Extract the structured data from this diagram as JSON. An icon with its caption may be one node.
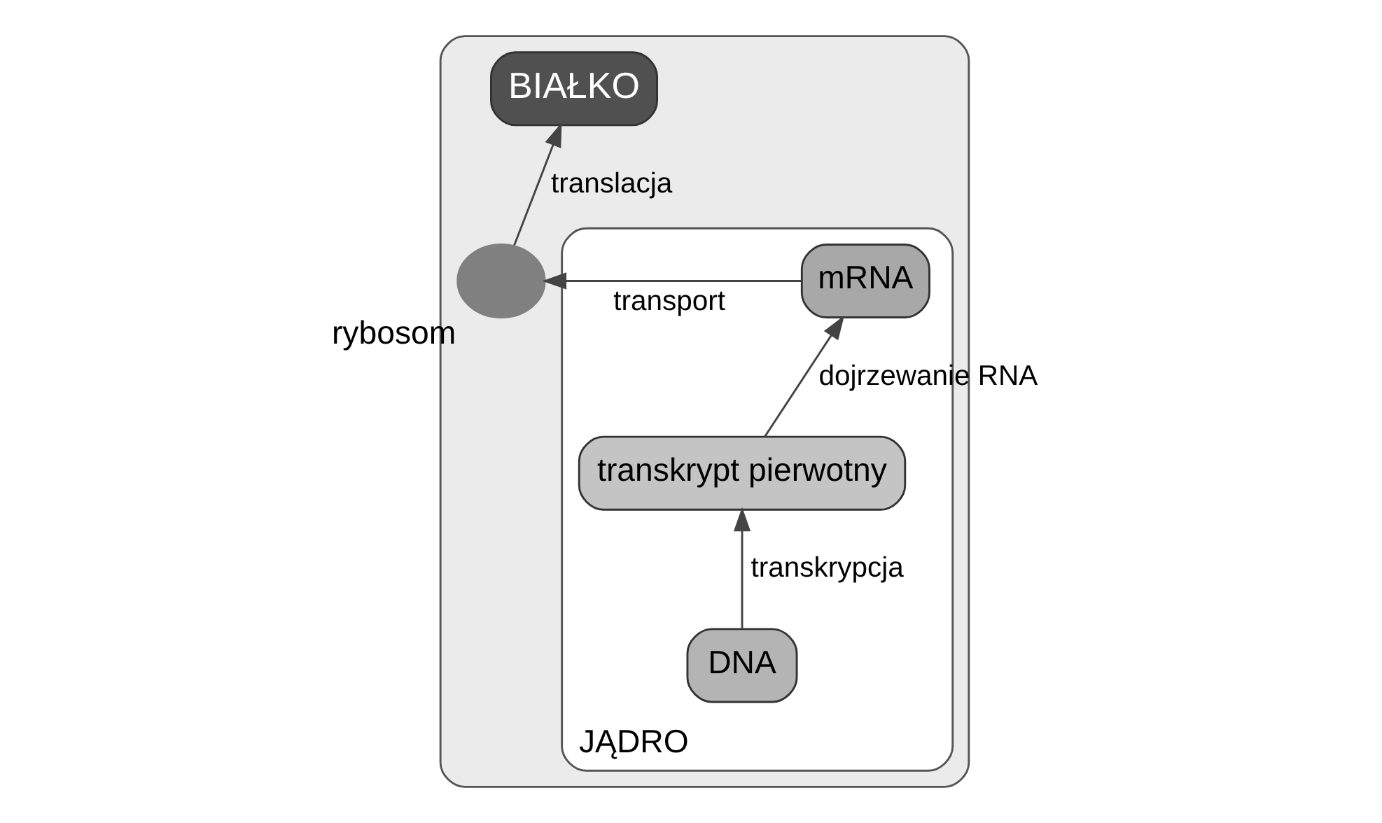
{
  "diagram": {
    "nodes": [
      {
        "text": [],
        "shape": "box"
      },
      {
        "text": [
          "JĄDRO"
        ],
        "in": 0
      },
      {
        "text": [
          "DNA"
        ],
        "in": 1
      },
      {
        "text": [
          "transkrypt pierwotny"
        ],
        "in": 1
      },
      {
        "text": [
          "mRNA"
        ],
        "in": 1
      },
      {
        "text": [],
        "shape": "circle",
        "beside": [
          "rybosom"
        ],
        "in": 0
      },
      {
        "text": [
          "BIAŁKO"
        ],
        "in": 0
      }
    ],
    "edges": [
      {
        "from": 2,
        "to": 3,
        "arrow": "to",
        "label": "transkrypcja"
      },
      {
        "from": 3,
        "to": 4,
        "arrow": "to",
        "label": "dojrzewanie RNA"
      },
      {
        "from": 4,
        "to": 5,
        "arrow": "to",
        "label": "transport"
      },
      {
        "from": 5,
        "to": 6,
        "arrow": "to",
        "label": "translacja"
      }
    ]
  }
}
